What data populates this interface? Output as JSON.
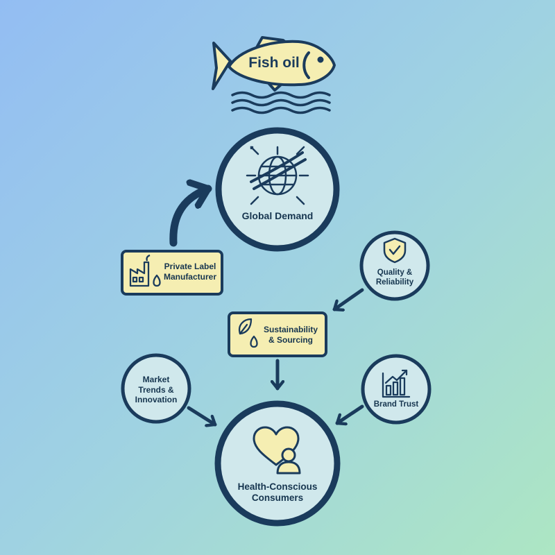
{
  "colors": {
    "dark": "#1a3b5c",
    "circle_fill": "#d0e8ec",
    "box_fill": "#f5eeb2",
    "fish_fill": "#f5eeb2"
  },
  "fish": {
    "label": "Fish oil",
    "icon": "fish-icon"
  },
  "nodes": {
    "global_demand": {
      "label": "Global Demand",
      "icon": "globe-arrows-icon"
    },
    "private_label": {
      "label": "Private Label\nManufacturer",
      "icon": "factory-drop-icon"
    },
    "quality": {
      "label": "Quality &\nReliability",
      "icon": "shield-check-icon"
    },
    "sustainability": {
      "label": "Sustainability\n& Sourcing",
      "icon": "leaf-drop-icon"
    },
    "market_trends": {
      "label": "Market\nTrends &\nInnovation"
    },
    "brand_trust": {
      "label": "Brand Trust",
      "icon": "bar-chart-icon"
    },
    "consumers": {
      "label": "Health-Conscious\nConsumers",
      "icon": "heart-person-icon"
    }
  }
}
